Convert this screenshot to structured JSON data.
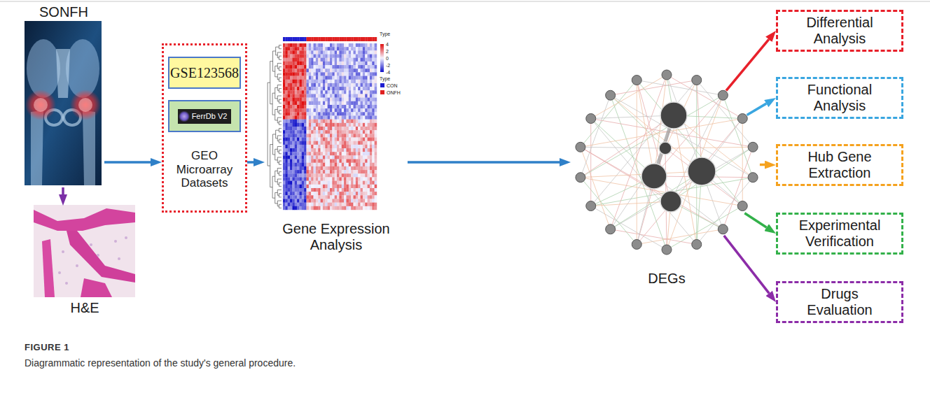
{
  "diagram": {
    "caption": "Diagrammatic representation of the study's general procedure.",
    "nodes": [
      {
        "text": [
          "SONFH"
        ]
      },
      {
        "text": [
          "H&E"
        ]
      },
      {
        "text": [
          "GEO Microarray Datasets"
        ]
      },
      {
        "text": [
          "GSE123568"
        ],
        "in": 2
      },
      {
        "text": [
          "FerrDb V2"
        ],
        "in": 2
      },
      {
        "text": [
          "Gene Expression Analysis"
        ]
      },
      {
        "text": [
          "DEGs"
        ]
      },
      {
        "text": [
          "Differential Analysis"
        ]
      },
      {
        "text": [
          "Functional Analysis"
        ]
      },
      {
        "text": [
          "Hub Gene Extraction"
        ]
      },
      {
        "text": [
          "Experimental Verification"
        ]
      },
      {
        "text": [
          "Drugs Evaluation"
        ]
      }
    ],
    "edges": [
      {
        "from": 0,
        "to": 1,
        "arrow": "to"
      },
      {
        "from": 0,
        "to": 2,
        "arrow": "to"
      },
      {
        "from": 2,
        "to": 5,
        "arrow": "to"
      },
      {
        "from": 5,
        "to": 6,
        "arrow": "to"
      },
      {
        "from": 6,
        "to": 7,
        "arrow": "to"
      },
      {
        "from": 6,
        "to": 8,
        "arrow": "to"
      },
      {
        "from": 6,
        "to": 9,
        "arrow": "to"
      },
      {
        "from": 6,
        "to": 10,
        "arrow": "to"
      },
      {
        "from": 6,
        "to": 11,
        "arrow": "to"
      }
    ],
    "labels": [
      "Type",
      "4",
      "2",
      "0",
      "-2",
      "-4",
      "Type",
      "FIGURE 1"
    ],
    "legend": [
      {
        "text": "CON",
        "color": "#1f1fd0"
      },
      {
        "text": "ONFH",
        "color": "#e02020"
      }
    ]
  }
}
